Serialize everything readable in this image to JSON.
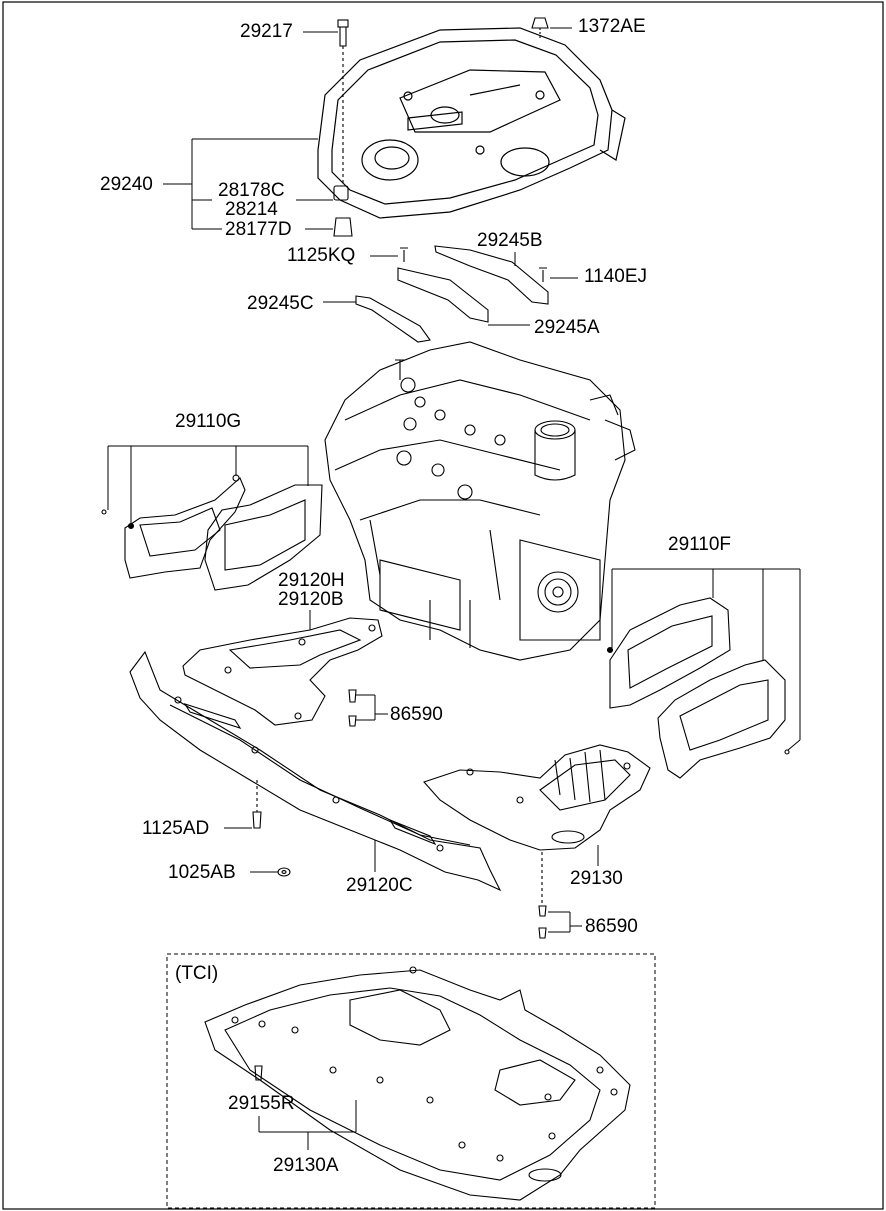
{
  "labels": {
    "p29217": "29217",
    "p1372AE": "1372AE",
    "p29240": "29240",
    "p28178C": "28178C",
    "p28214": "28214",
    "p28177D": "28177D",
    "p1125KQ": "1125KQ",
    "p29245B": "29245B",
    "p1140EJ": "1140EJ",
    "p29245C": "29245C",
    "p29245A": "29245A",
    "p29110G": "29110G",
    "p29110F": "29110F",
    "p29120H": "29120H",
    "p29120B": "29120B",
    "p86590a": "86590",
    "p1125AD": "1125AD",
    "p1025AB": "1025AB",
    "p29120C": "29120C",
    "p29130": "29130",
    "p86590b": "86590",
    "tci": "(TCI)",
    "p29155R": "29155R",
    "p29130A": "29130A"
  }
}
